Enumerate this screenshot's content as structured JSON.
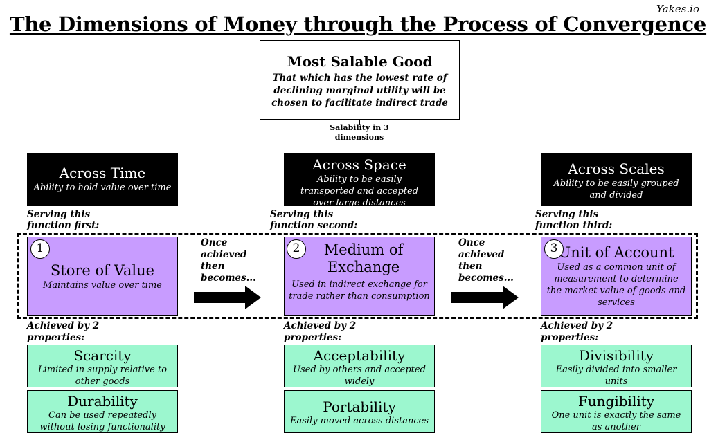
{
  "brand": "Yakes.io",
  "title": "The Dimensions of Money through the Process of Convergence",
  "top": {
    "heading": "Most Salable Good",
    "description": "That which has the lowest rate of declining marginal utility will be chosen to facilitate indirect trade"
  },
  "salability_label": "Salability in 3 dimensions",
  "columns": [
    {
      "dimension": {
        "title": "Across Time",
        "description": "Ability to hold value over time"
      },
      "serving": "Serving this function first:",
      "function": {
        "number": "1",
        "title": "Store of Value",
        "description": "Maintains value over time"
      },
      "achieved": "Achieved by 2 properties:",
      "properties": [
        {
          "title": "Scarcity",
          "description": "Limited in supply relative to other goods"
        },
        {
          "title": "Durability",
          "description": "Can be used repeatedly without losing functionality"
        }
      ]
    },
    {
      "dimension": {
        "title": "Across Space",
        "description": "Ability to be easily transported and accepted over large distances"
      },
      "serving": "Serving this function second:",
      "function": {
        "number": "2",
        "title": "Medium of Exchange",
        "description": "Used in indirect exchange for trade rather than consumption"
      },
      "achieved": "Achieved by 2 properties:",
      "properties": [
        {
          "title": "Acceptability",
          "description": "Used by others and accepted widely"
        },
        {
          "title": "Portability",
          "description": "Easily moved across distances"
        }
      ]
    },
    {
      "dimension": {
        "title": "Across Scales",
        "description": "Ability to be easily grouped and divided"
      },
      "serving": "Serving this function third:",
      "function": {
        "number": "3",
        "title": "Unit of Account",
        "description": "Used as a common unit of measurement to determine the market value of goods and services"
      },
      "achieved": "Achieved by 2 properties:",
      "properties": [
        {
          "title": "Divisibility",
          "description": "Easily divided into smaller units"
        },
        {
          "title": "Fungibility",
          "description": "One unit is exactly the same as another"
        }
      ]
    }
  ],
  "transition_label": "Once achieved then becomes...",
  "colors": {
    "dimension_box": "#000000",
    "function_box": "#c89cff",
    "property_box": "#9cf7cf"
  }
}
